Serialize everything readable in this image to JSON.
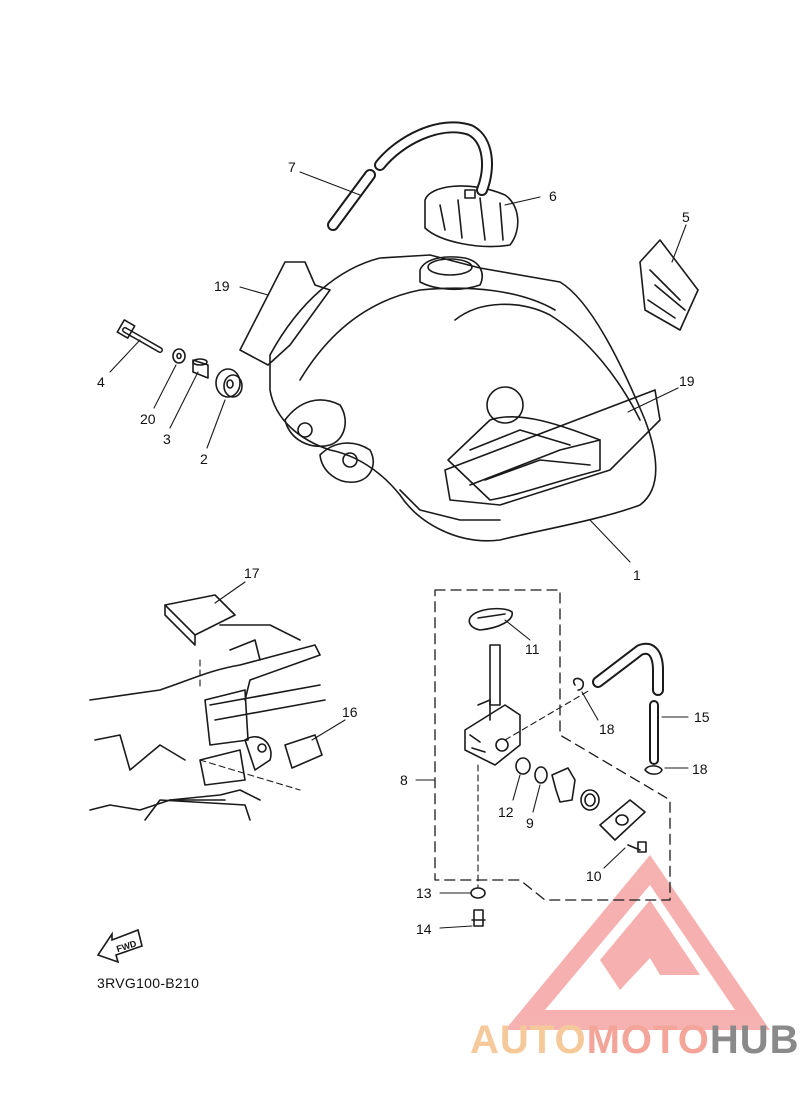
{
  "diagram_code": "3RVG100-B210",
  "fwd_label": "FWD",
  "watermark": {
    "part1": "AUTO",
    "part2": "MOTO",
    "part3": "HUB"
  },
  "colors": {
    "line": "#1a1a1a",
    "watermark_triangle": "#f29c9c",
    "watermark_orange": "#f6c99a",
    "watermark_gray": "#8a8a8a"
  },
  "callouts": [
    "1",
    "2",
    "3",
    "4",
    "5",
    "6",
    "7",
    "8",
    "9",
    "10",
    "11",
    "12",
    "13",
    "14",
    "15",
    "16",
    "17",
    "18",
    "18",
    "19",
    "19",
    "20"
  ]
}
